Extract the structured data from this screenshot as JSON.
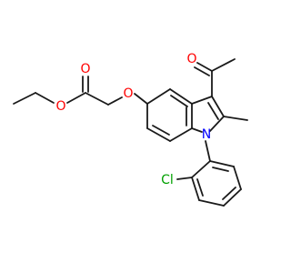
{
  "molecule": {
    "atoms": [
      {
        "id": "o_carbonyl_ketone",
        "element": "O",
        "label": "O",
        "color": "#ff0000"
      },
      {
        "id": "o_carbonyl_ester",
        "element": "O",
        "label": "O",
        "color": "#ff0000"
      },
      {
        "id": "o_ester",
        "element": "O",
        "label": "O",
        "color": "#ff0000"
      },
      {
        "id": "o_ether",
        "element": "O",
        "label": "O",
        "color": "#ff0000"
      },
      {
        "id": "n_indole",
        "element": "N",
        "label": "N",
        "color": "#0000ff"
      },
      {
        "id": "cl",
        "element": "Cl",
        "label": "Cl",
        "color": "#00a000"
      }
    ],
    "bond_color": "#1a1a1a"
  }
}
